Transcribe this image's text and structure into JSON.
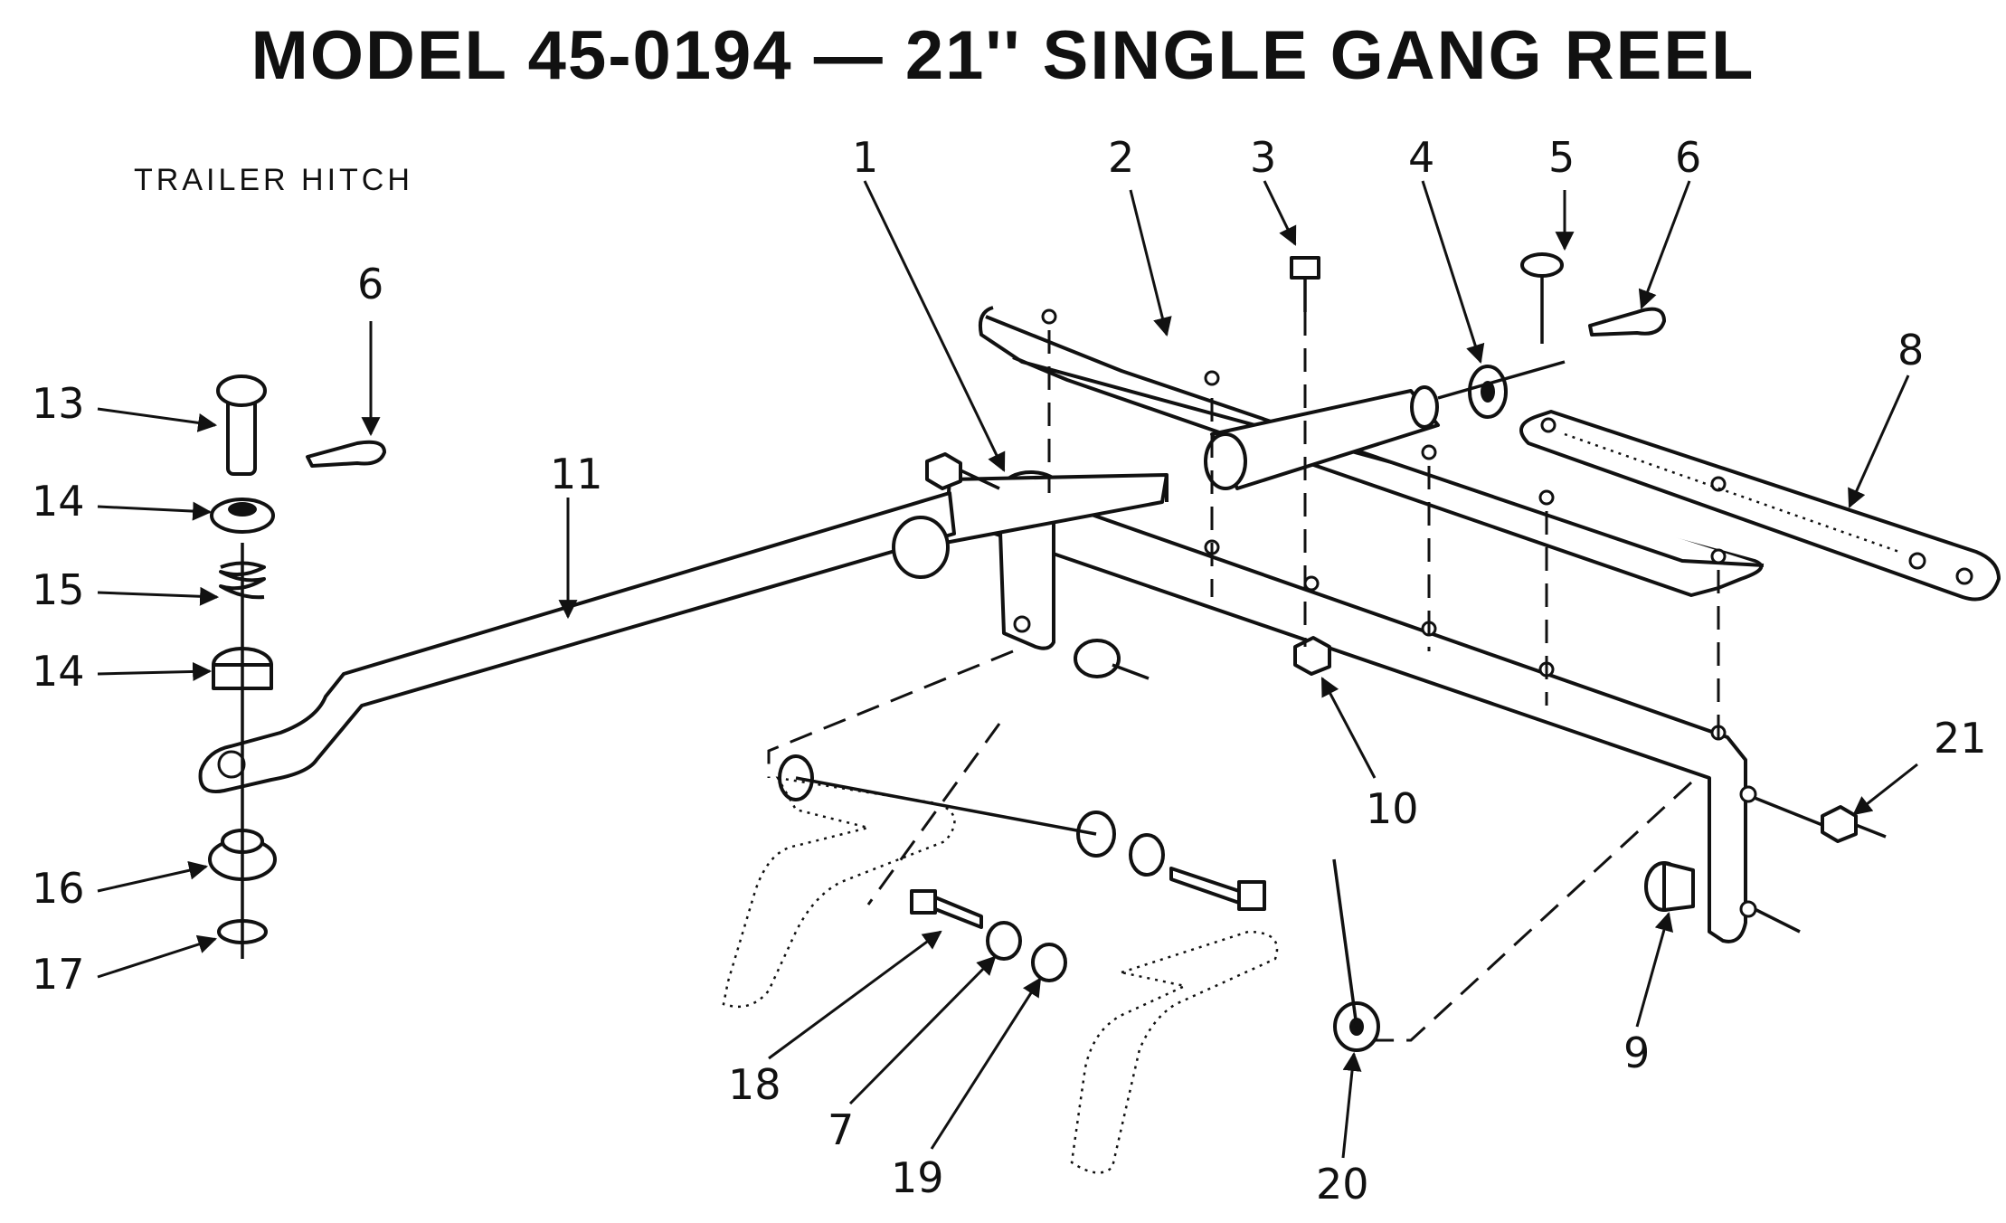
{
  "title": "MODEL 45-0194 — 21'' SINGLE GANG REEL",
  "section_label": "TRAILER HITCH",
  "callouts": [
    "1",
    "2",
    "3",
    "4",
    "5",
    "6",
    "6",
    "8",
    "11",
    "13",
    "14",
    "15",
    "14",
    "16",
    "17",
    "10",
    "21",
    "9",
    "18",
    "7",
    "19",
    "20"
  ]
}
